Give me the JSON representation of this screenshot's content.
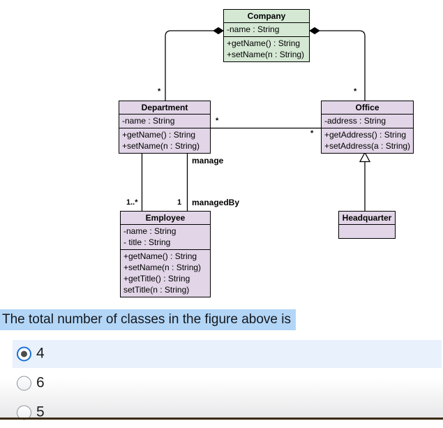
{
  "diagram": {
    "classes": [
      {
        "name": "Company",
        "attributes": [
          "-name : String"
        ],
        "methods": [
          "+getName() : String",
          "+setName(n : String)"
        ],
        "fill": "#d5e8d4"
      },
      {
        "name": "Department",
        "attributes": [
          "-name : String"
        ],
        "methods": [
          "+getName() : String",
          "+setName(n : String)"
        ],
        "fill": "#e1d5e7"
      },
      {
        "name": "Office",
        "attributes": [
          "-address : String"
        ],
        "methods": [
          "+getAddress() : String",
          "+setAddress(a : String)"
        ],
        "fill": "#e1d5e7"
      },
      {
        "name": "Employee",
        "attributes": [
          "-name : String",
          "- title : String"
        ],
        "methods": [
          "+getName() : String",
          "+setName(n : String)",
          "+getTitle() : String",
          "setTitle(n : String)"
        ],
        "fill": "#e1d5e7"
      },
      {
        "name": "Headquarter",
        "attributes": [],
        "methods": [],
        "fill": "#e1d5e7"
      }
    ],
    "labels": {
      "mult_department_company": "*",
      "mult_office_company": "*",
      "mult_department_assoc": "*",
      "mult_office_assoc": "*",
      "mult_employee_many": "1..*",
      "mult_employee_one": "1",
      "role_manage": "manage",
      "role_managed_by": "managedBy"
    }
  },
  "question": {
    "text": "The total number of classes in the figure above is"
  },
  "options": [
    {
      "label": "4",
      "selected": true
    },
    {
      "label": "6",
      "selected": false
    },
    {
      "label": "5",
      "selected": false
    }
  ],
  "colors": {
    "class_green_fill": "#d5e8d4",
    "class_purple_fill": "#e1d5e7",
    "class_border": "#000000",
    "question_highlight": "#b3d6f7",
    "selected_option_bg": "#e9f1fd",
    "radio_selected_ring": "#1a6fd4",
    "radio_selected_dot": "#4d4d4d",
    "bottom_bar": "#3c2a10"
  }
}
